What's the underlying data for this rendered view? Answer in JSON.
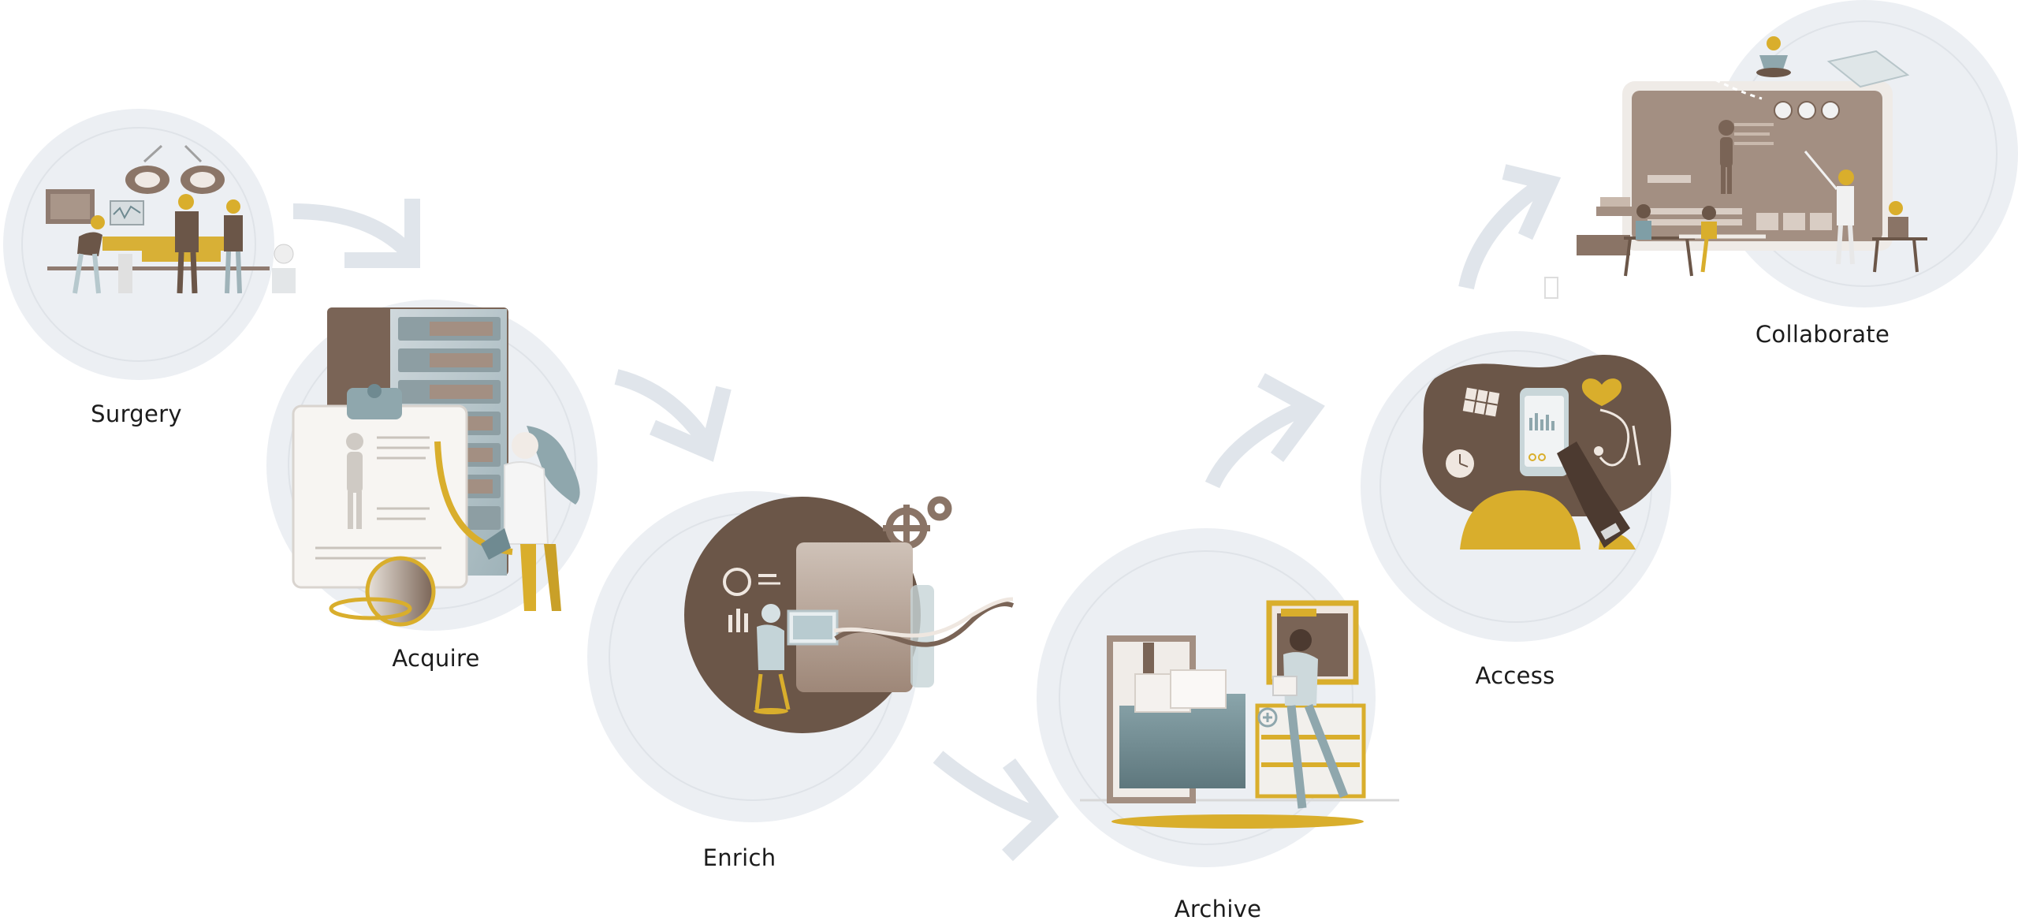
{
  "steps": [
    {
      "id": "surgery",
      "label": "Surgery"
    },
    {
      "id": "acquire",
      "label": "Acquire"
    },
    {
      "id": "enrich",
      "label": "Enrich"
    },
    {
      "id": "archive",
      "label": "Archive"
    },
    {
      "id": "access",
      "label": "Access"
    },
    {
      "id": "collaborate",
      "label": "Collaborate"
    }
  ],
  "colors": {
    "circle_fill": "#eceff3",
    "circle_ring": "#dfe3e8",
    "arrow": "#e0e5eb",
    "brown": "#6b5648",
    "taupe": "#a38f82",
    "gold": "#d9ae2c",
    "teal": "#7f9ea6",
    "slate": "#6f8a91",
    "paper": "#f7f5f2",
    "ink": "#1c1c1c"
  }
}
